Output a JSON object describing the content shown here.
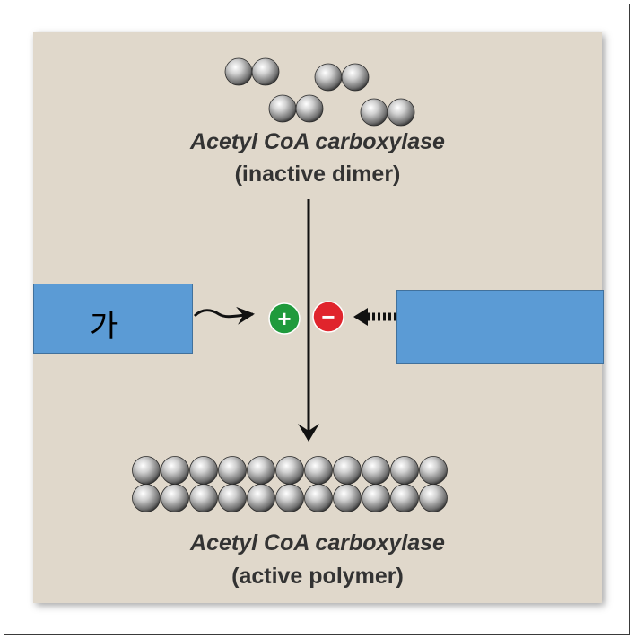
{
  "diagram": {
    "top_title": "Acetyl CoA carboxylase",
    "top_subtitle": "(inactive dimer)",
    "bottom_title": "Acetyl CoA carboxylase",
    "bottom_subtitle": "(active polymer)",
    "left_box_text": "가",
    "right_box_text": "",
    "activator_symbol": "+",
    "inhibitor_symbol": "−",
    "colors": {
      "panel": "#e0d8cb",
      "box": "#5b9bd5",
      "activator": "#1f9a3c",
      "inhibitor": "#e0242c",
      "arrow": "#111111"
    },
    "icons": {
      "activator": "plus-circle-icon",
      "inhibitor": "minus-circle-icon"
    }
  }
}
